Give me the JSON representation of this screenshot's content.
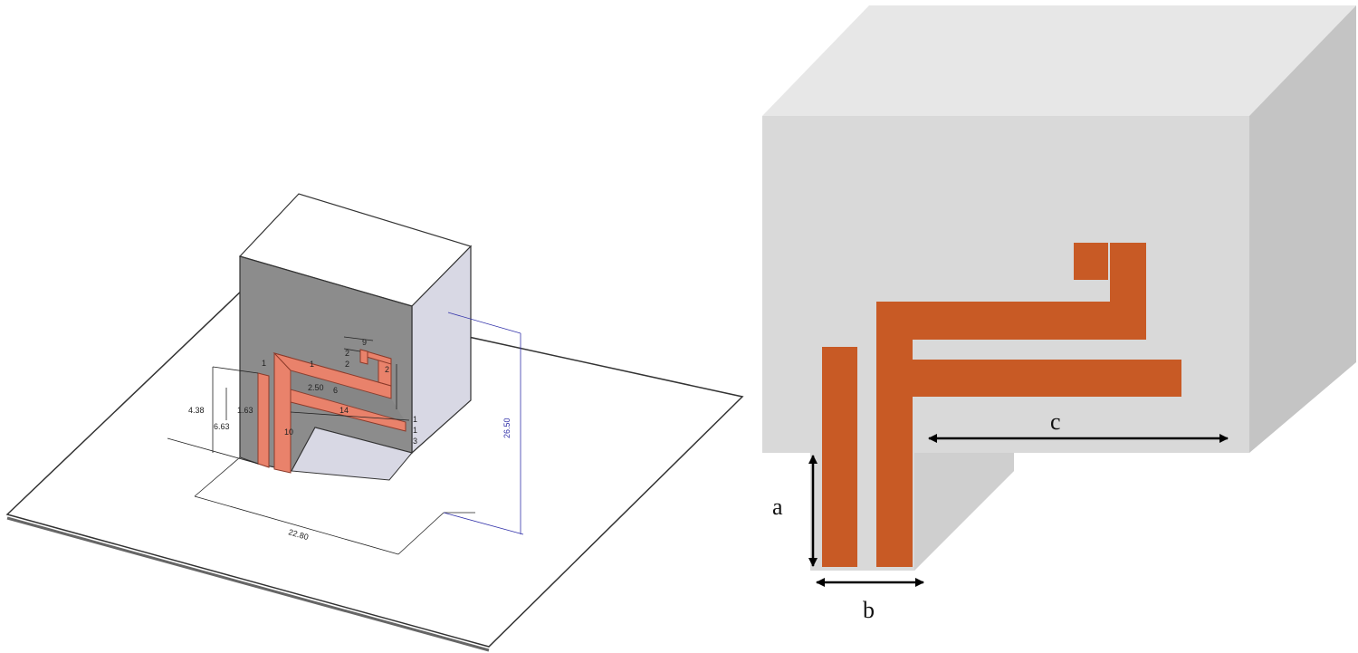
{
  "left_panel": {
    "dimensions": {
      "d1": "9",
      "d2": "2",
      "d3": "2",
      "d4": "1",
      "d5": "1",
      "d6": "2",
      "d7": "2.50",
      "d8": "6",
      "d9": "14",
      "d10": "1.63",
      "d11": "4.38",
      "d12": "6.63",
      "d13": "10",
      "d14": "1",
      "d15": "1",
      "d16": "3",
      "d17": "26.50",
      "d18": "22.80"
    }
  },
  "right_panel": {
    "labels": {
      "a": "a",
      "b": "b",
      "c": "c"
    }
  },
  "colors": {
    "copper_left": "#e9826b",
    "copper_right": "#c85a25",
    "block_left_front": "#8c8c8c",
    "block_left_side": "#d8d8e4",
    "block_right_front": "#d9d9d9",
    "block_right_side": "#c4c4c4",
    "block_right_top": "#e7e7e7",
    "dim_blue": "#3333aa"
  }
}
